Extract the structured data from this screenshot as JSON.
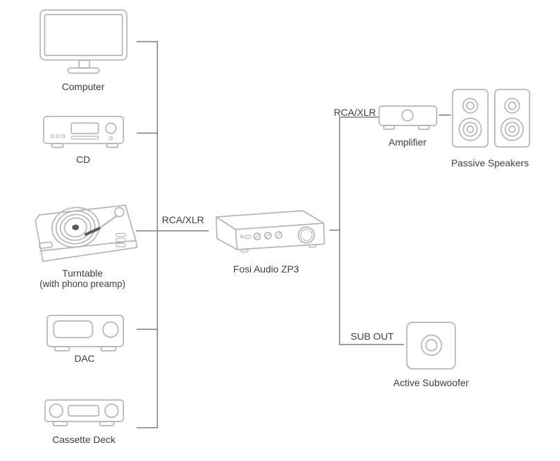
{
  "colors": {
    "line": "#8e8e8e",
    "icon_stroke": "#b5b5b5",
    "text": "#3d3d3d",
    "background": "#ffffff",
    "dark_detail": "#5a5a5a"
  },
  "nodes": {
    "computer": {
      "label": "Computer"
    },
    "cd": {
      "label": "CD"
    },
    "turntable": {
      "label": "Turntable",
      "sublabel": "(with phono preamp)"
    },
    "dac": {
      "label": "DAC"
    },
    "cassette": {
      "label": "Cassette Deck"
    },
    "hub": {
      "label": "Fosi Audio ZP3"
    },
    "amplifier": {
      "label": "Amplifier"
    },
    "speakers": {
      "label": "Passive Speakers"
    },
    "subwoofer": {
      "label": "Active Subwoofer"
    }
  },
  "connections": {
    "sources_to_hub_label": "RCA/XLR",
    "hub_to_amplifier_label": "RCA/XLR",
    "hub_to_subwoofer_label": "SUB OUT"
  }
}
